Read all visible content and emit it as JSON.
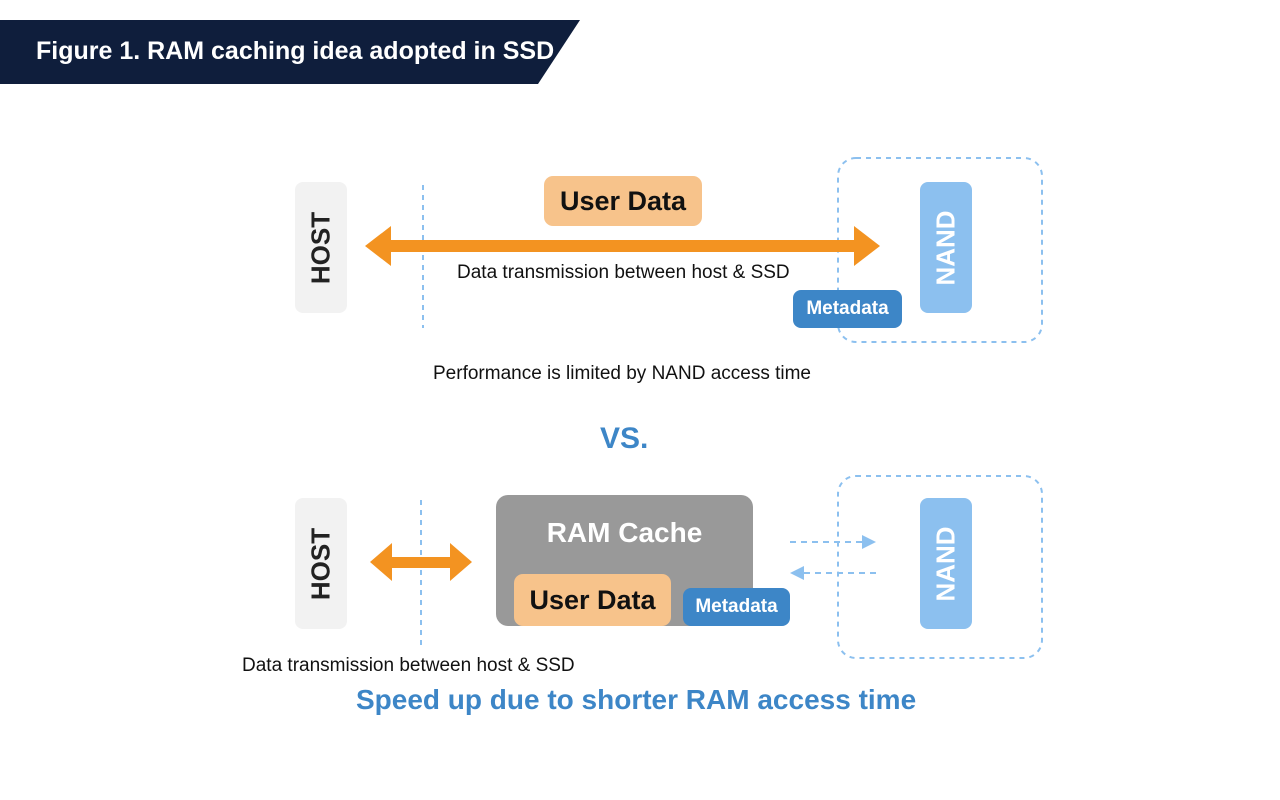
{
  "title": "Figure 1. RAM caching idea adopted in SSD",
  "colors": {
    "title_bar": "#0f1e3c",
    "host_box": "#f2f2f2",
    "nand_box": "#8cc0ef",
    "user_data": "#f7c38b",
    "metadata": "#3d86c7",
    "ram_cache": "#999999",
    "arrow": "#f39321",
    "dashed": "#8cc0ef",
    "accent_text": "#3d86c7"
  },
  "top": {
    "host_label": "HOST",
    "user_data_label": "User Data",
    "transmission_label": "Data transmission between host & SSD",
    "metadata_label": "Metadata",
    "nand_label": "NAND",
    "caption": "Performance is limited by NAND access time"
  },
  "vs_label": "VS.",
  "bottom": {
    "host_label": "HOST",
    "ram_cache_label": "RAM Cache",
    "user_data_label": "User Data",
    "metadata_label": "Metadata",
    "nand_label": "NAND",
    "transmission_label": "Data transmission between host & SSD",
    "caption": "Speed up due to shorter RAM access time"
  }
}
